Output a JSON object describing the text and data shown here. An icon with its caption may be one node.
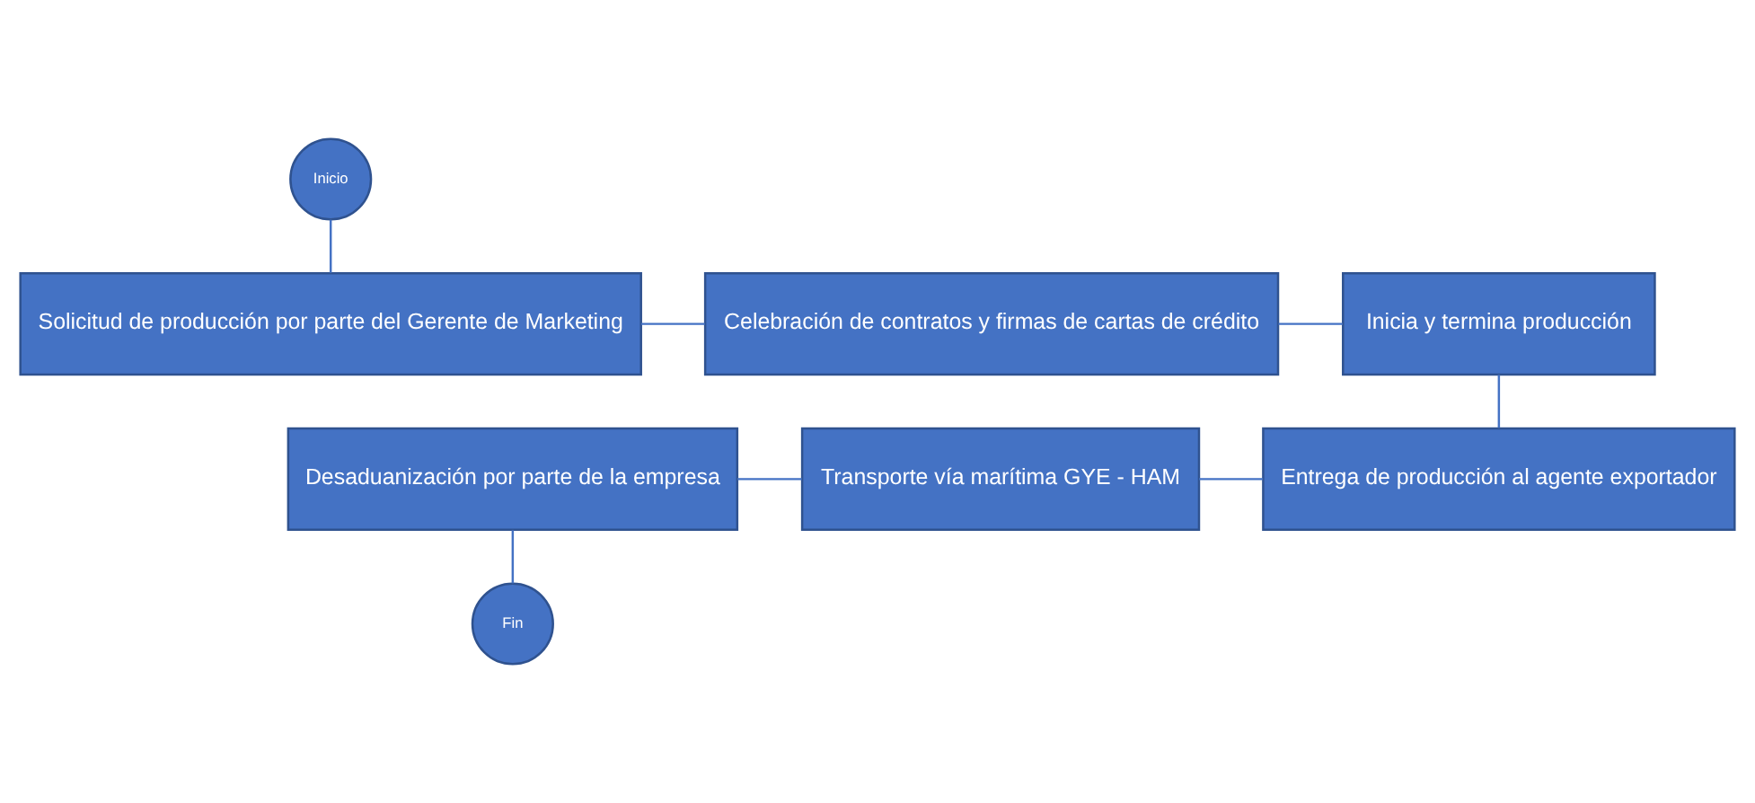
{
  "diagram": {
    "nodes": [
      {
        "text": [
          "Inicio"
        ]
      },
      {
        "text": [
          "Solicitud de producción por parte del Gerente de Marketing"
        ]
      },
      {
        "text": [
          "Celebración de contratos y firmas de cartas de crédito"
        ]
      },
      {
        "text": [
          "Inicia y termina producción"
        ]
      },
      {
        "text": [
          "Desaduanización por parte de la empresa"
        ]
      },
      {
        "text": [
          "Transporte vía marítima GYE - HAM"
        ]
      },
      {
        "text": [
          "Entrega de producción al agente exportador"
        ]
      },
      {
        "text": [
          "Fin"
        ]
      }
    ],
    "edges": [
      {
        "from": 0,
        "to": 1,
        "arrow": "none"
      },
      {
        "from": 1,
        "to": 2,
        "arrow": "none"
      },
      {
        "from": 2,
        "to": 3,
        "arrow": "none"
      },
      {
        "from": 3,
        "to": 6,
        "arrow": "none"
      },
      {
        "from": 6,
        "to": 5,
        "arrow": "none"
      },
      {
        "from": 5,
        "to": 4,
        "arrow": "none"
      },
      {
        "from": 4,
        "to": 7,
        "arrow": "none"
      }
    ]
  }
}
